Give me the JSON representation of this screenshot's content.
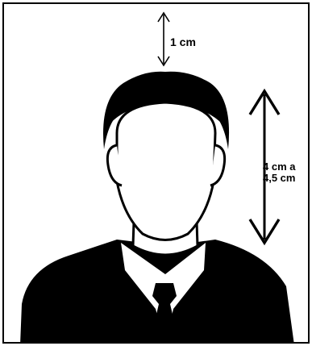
{
  "diagram": {
    "top_label": "1 cm",
    "side_label": {
      "line1": "4 cm a",
      "line2": "4,5 cm"
    },
    "colors": {
      "silhouette": "#000000",
      "face": "#ffffff",
      "border": "#000000"
    },
    "icons": [
      "portrait-silhouette",
      "double-arrow-vertical"
    ]
  }
}
